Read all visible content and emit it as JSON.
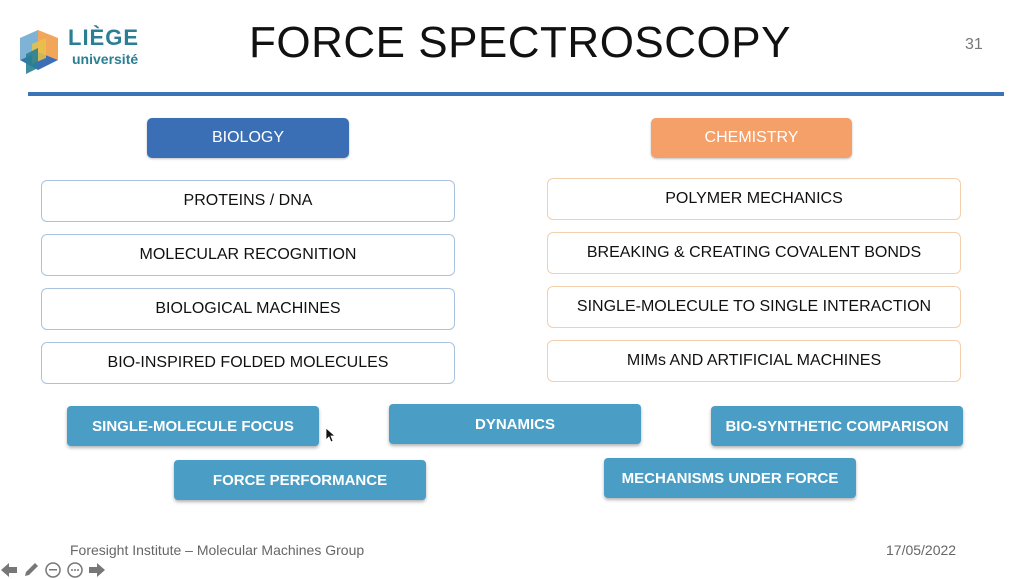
{
  "header": {
    "logo_line1": "LIÈGE",
    "logo_line2": "université",
    "title": "FORCE SPECTROSCOPY",
    "page_number": "31"
  },
  "categories": {
    "biology": "BIOLOGY",
    "chemistry": "CHEMISTRY"
  },
  "biology_items": [
    "PROTEINS / DNA",
    "MOLECULAR RECOGNITION",
    "BIOLOGICAL MACHINES",
    "BIO-INSPIRED FOLDED MOLECULES"
  ],
  "chemistry_items": [
    "POLYMER MECHANICS",
    "BREAKING & CREATING COVALENT BONDS",
    "SINGLE-MOLECULE TO SINGLE INTERACTION",
    "MIMs AND ARTIFICIAL MACHINES"
  ],
  "themes": [
    "SINGLE-MOLECULE FOCUS",
    "DYNAMICS",
    "BIO-SYNTHETIC COMPARISON",
    "FORCE PERFORMANCE",
    "MECHANISMS UNDER FORCE"
  ],
  "footer": {
    "left": "Foresight Institute – Molecular Machines Group",
    "right": "17/05/2022"
  },
  "controls": {
    "icons": [
      "arrow-left-icon",
      "pen-icon",
      "subtitles-icon",
      "more-icon",
      "arrow-right-icon"
    ]
  },
  "colors": {
    "accent_blue": "#3a6fb6",
    "accent_orange": "#f4a068",
    "teal": "#4a9dc4",
    "rule": "#3a74b6"
  }
}
